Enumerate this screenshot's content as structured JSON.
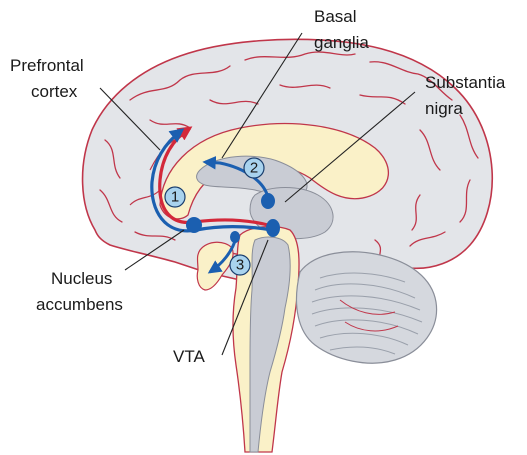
{
  "labels": {
    "prefrontal_line1": "Prefrontal",
    "prefrontal_line2": "cortex",
    "basal_line1": "Basal",
    "basal_line2": "ganglia",
    "substantia_line1": "Substantia",
    "substantia_line2": "nigra",
    "nucleus_line1": "Nucleus",
    "nucleus_line2": "accumbens",
    "vta": "VTA"
  },
  "pathway_numbers": [
    "1",
    "2",
    "3"
  ],
  "icons": {
    "pathway_arrow": "arrow-icon",
    "neuron_nucleus": "dot-icon"
  },
  "colors": {
    "cortex_fill": "#e3e5e9",
    "cortex_outline": "#c0364a",
    "inner_fill": "#faf1c8",
    "structure_fill": "#c9ccd4",
    "pathway_blue": "#1b5fb0",
    "pathway_red": "#d3283a",
    "number_fill": "#a9d3ee"
  }
}
